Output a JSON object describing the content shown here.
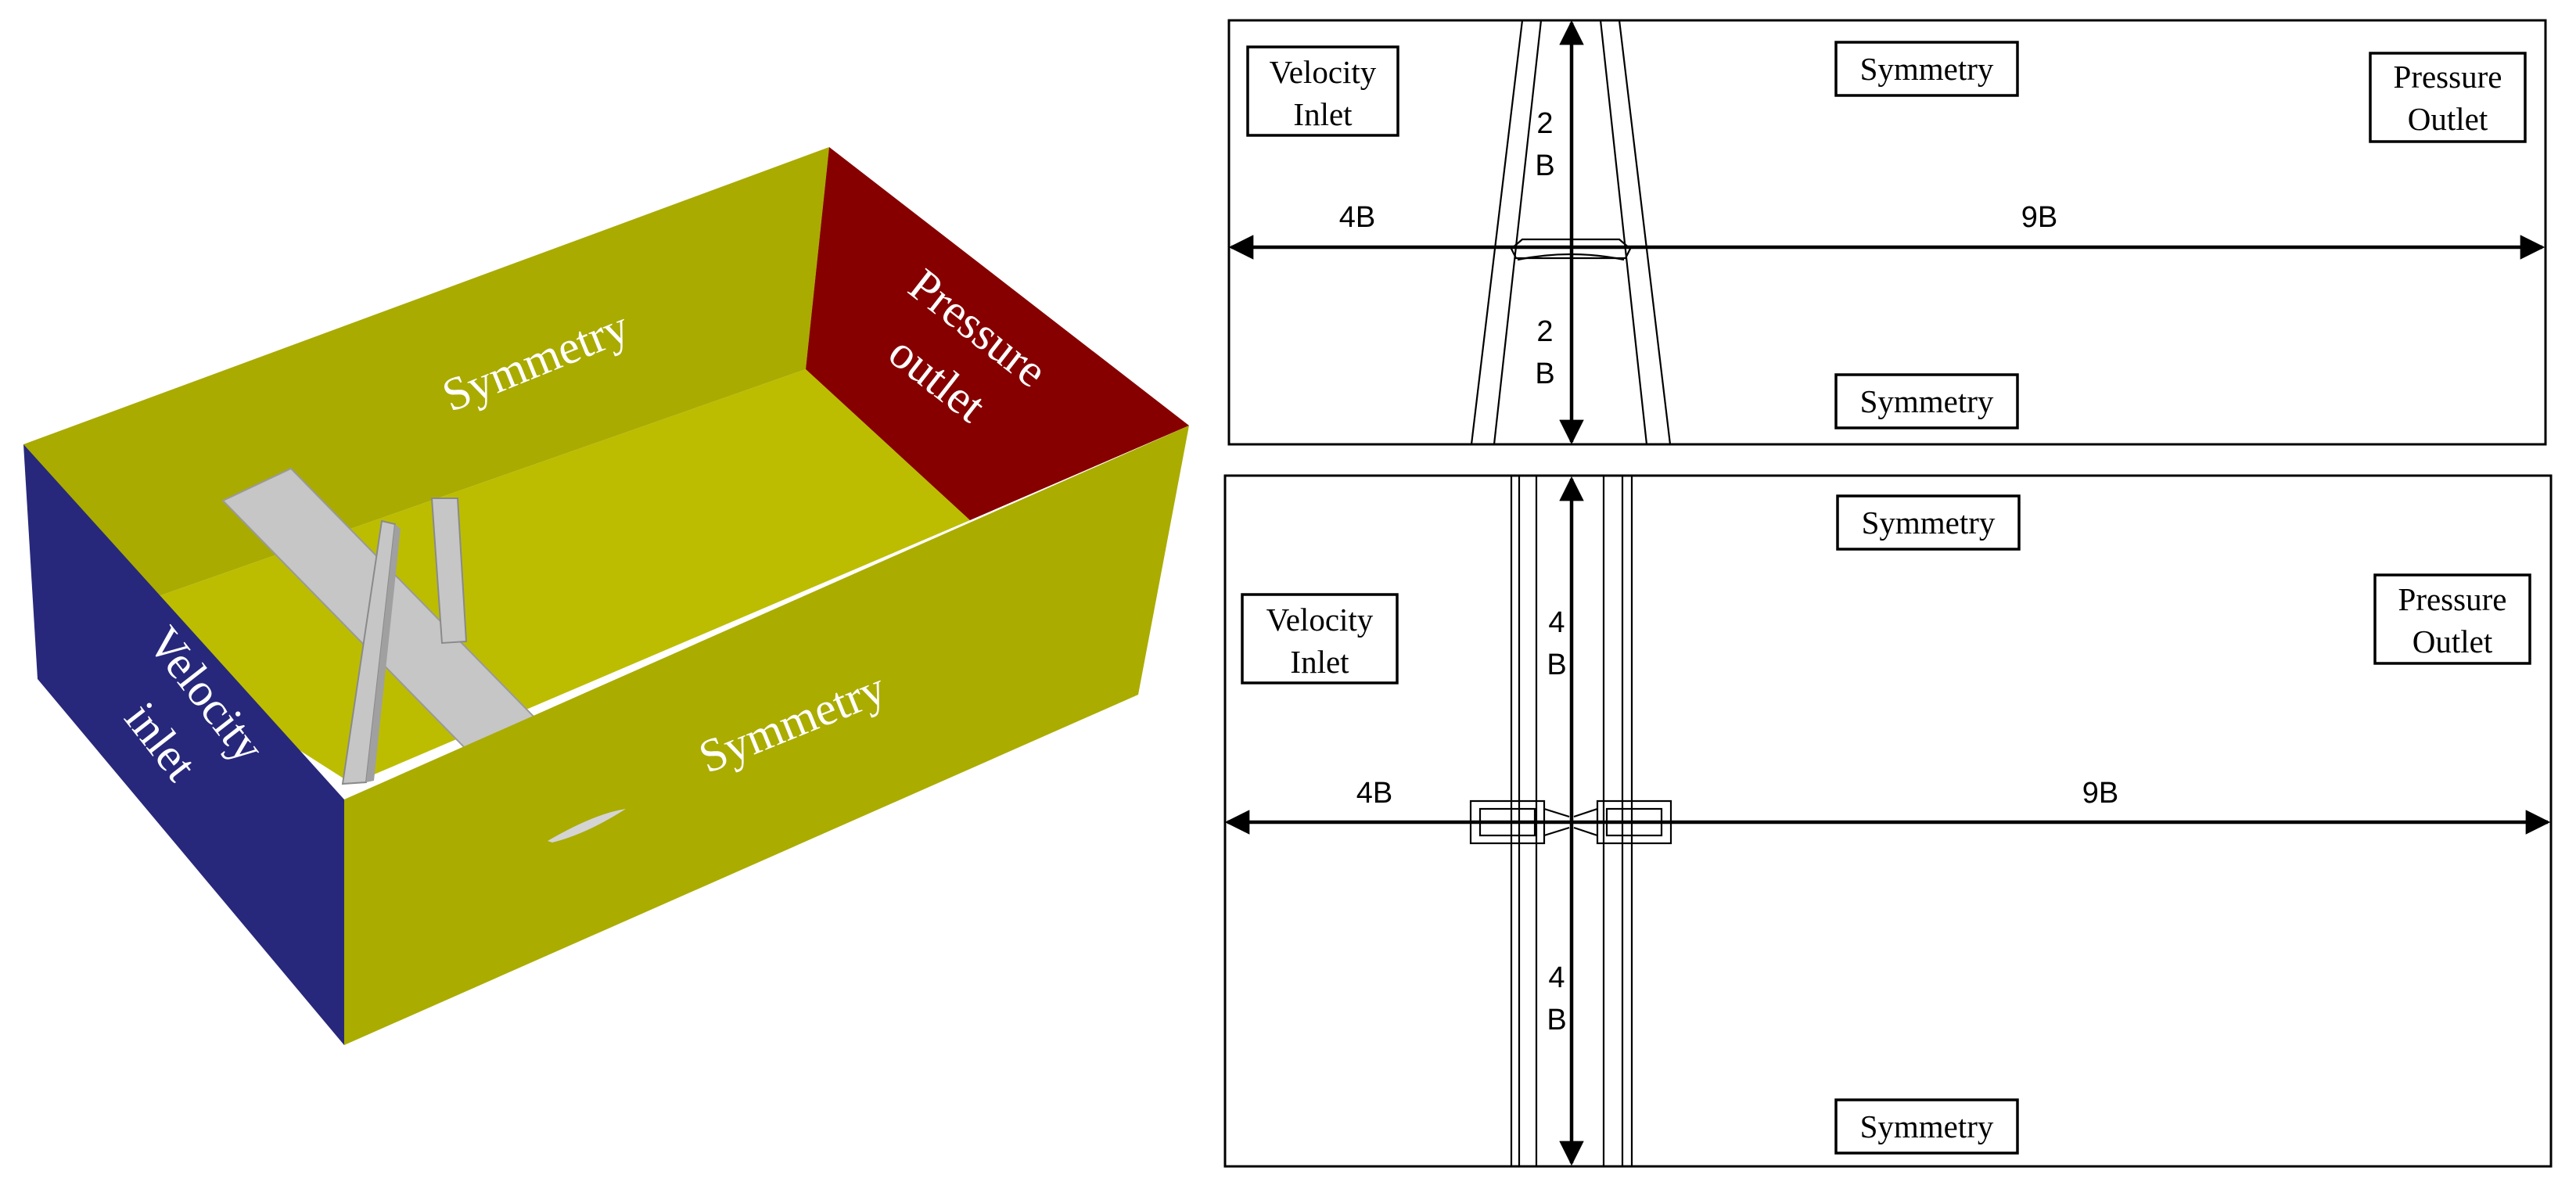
{
  "colors": {
    "top_symmetry_face": "#a9ab00",
    "bottom_floor": "#bcbd00",
    "front_symmetry_face": "#aaac00",
    "velocity_inlet_face": "#27287b",
    "pressure_outlet_face": "#860000",
    "bridge": "#c6c6c6"
  },
  "model_3d": {
    "top_symmetry_label": "Symmetry",
    "front_symmetry_label": "Symmetry",
    "pressure_outlet_label_line1": "Pressure",
    "pressure_outlet_label_line2": "outlet",
    "velocity_inlet_label_line1": "Velocity",
    "velocity_inlet_label_line2": "inlet"
  },
  "panel_top": {
    "velocity_inlet_line1": "Velocity",
    "velocity_inlet_line2": "Inlet",
    "symmetry_top": "Symmetry",
    "symmetry_bottom": "Symmetry",
    "pressure_outlet_line1": "Pressure",
    "pressure_outlet_line2": "Outlet",
    "upstream_length": "4B",
    "downstream_length": "9B",
    "upper_half_width_line1": "2",
    "upper_half_width_line2": "B",
    "lower_half_width_line1": "2",
    "lower_half_width_line2": "B"
  },
  "panel_bottom": {
    "velocity_inlet_line1": "Velocity",
    "velocity_inlet_line2": "Inlet",
    "symmetry_top": "Symmetry",
    "symmetry_bottom": "Symmetry",
    "pressure_outlet_line1": "Pressure",
    "pressure_outlet_line2": "Outlet",
    "upstream_length": "4B",
    "downstream_length": "9B",
    "upper_half_height_line1": "4",
    "upper_half_height_line2": "B",
    "lower_half_height_line1": "4",
    "lower_half_height_line2": "B"
  }
}
